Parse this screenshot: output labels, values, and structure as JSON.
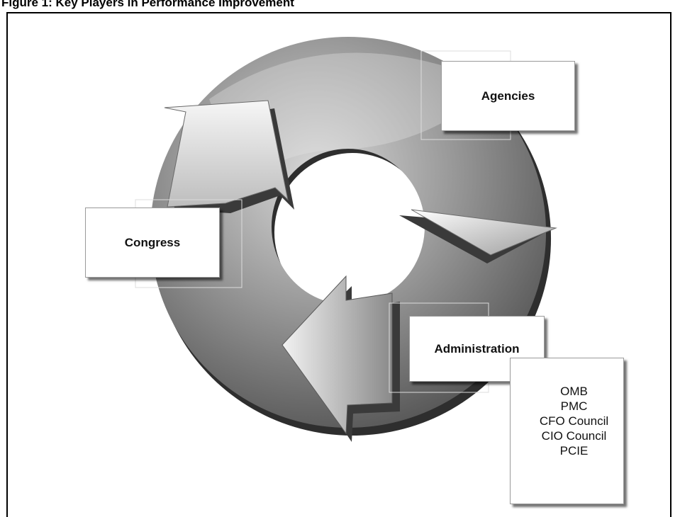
{
  "header": {
    "title": "Figure 1: Key Players in Performance Improvement"
  },
  "diagram": {
    "nodes": {
      "agencies": "Agencies",
      "congress": "Congress",
      "administration": "Administration"
    },
    "administration_members": [
      "OMB",
      "PMC",
      "CFO Council",
      "CIO Council",
      "PCIE"
    ]
  }
}
